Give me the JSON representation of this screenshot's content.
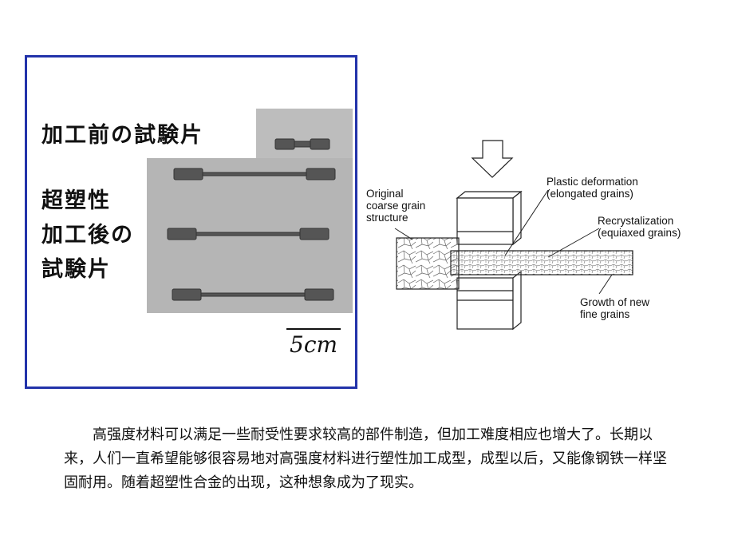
{
  "photo": {
    "label_before": "加工前の試験片",
    "label_after": [
      "超塑性",
      "加工後の",
      "試験片"
    ],
    "scale": "5cm"
  },
  "diagram": {
    "original_label": "Original\ncoarse grain\nstructure",
    "plastic_label": "Plastic deformation\n(elongated grains)",
    "recryst_label": "Recrystalization\n(equiaxed grains)",
    "growth_label": "Growth of new\nfine grains"
  },
  "body": {
    "paragraph": "高强度材料可以满足一些耐受性要求较高的部件制造，但加工难度相应也增大了。长期以来，人们一直希望能够很容易地对高强度材料进行塑性加工成型，成型以后，又能像钢铁一样坚固耐用。随着超塑性合金的出现，这种想象成为了现实。"
  }
}
